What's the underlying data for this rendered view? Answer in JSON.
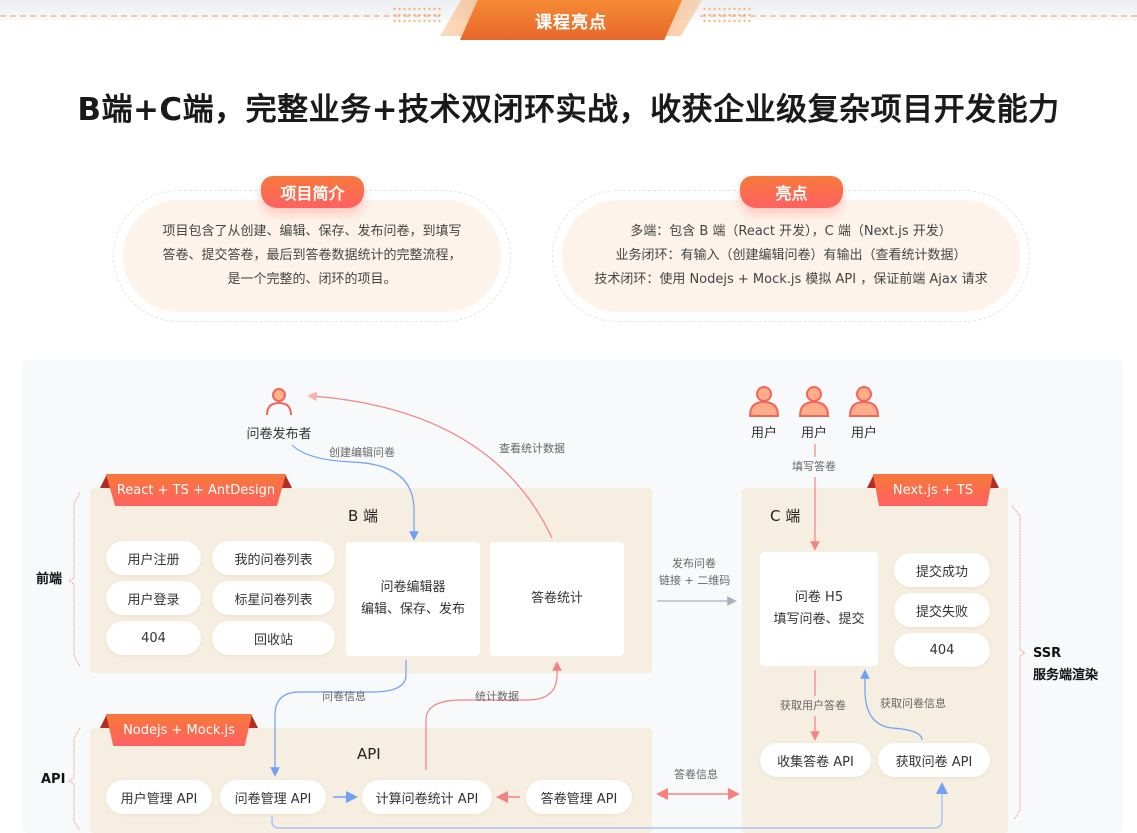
{
  "banner": {
    "title": "课程亮点"
  },
  "headline": "B端+C端，完整业务+技术双闭环实战，收获企业级复杂项目开发能力",
  "intro": {
    "tag": "项目简介",
    "lines": [
      "项目包含了从创建、编辑、保存、发布问卷，到填写",
      "答卷、提交答卷，最后到答卷数据统计的完整流程，",
      "是一个完整的、闭环的项目。"
    ]
  },
  "highlights": {
    "tag": "亮点",
    "lines": [
      "多端：包含 B 端（React 开发），C 端（Next.js 开发）",
      "业务闭环：有输入（创建编辑问卷）有输出（查看统计数据）",
      "技术闭环：使用 Nodejs + Mock.js 模拟 API ，保证前端 Ajax 请求"
    ]
  },
  "diagram": {
    "side_labels": {
      "frontend": "前端",
      "api": "API",
      "ssr_line1": "SSR",
      "ssr_line2": "服务端渲染"
    },
    "publisher": {
      "label": "问卷发布者"
    },
    "users": [
      {
        "label": "用户"
      },
      {
        "label": "用户"
      },
      {
        "label": "用户"
      }
    ],
    "edge_labels": {
      "create_edit": "创建编辑问卷",
      "view_stats": "查看统计数据",
      "fill_answer": "填写答卷",
      "publish_line1": "发布问卷",
      "publish_line2": "链接 + 二维码",
      "survey_info": "问卷信息",
      "stats_data": "统计数据",
      "answer_info": "答卷信息",
      "get_user_answer": "获取用户答卷",
      "get_survey_info": "获取问卷信息"
    },
    "b_end": {
      "ribbon": "React + TS + AntDesign",
      "title": "B 端",
      "chips": [
        "用户注册",
        "我的问卷列表",
        "用户登录",
        "标星问卷列表",
        "404",
        "回收站"
      ],
      "editor": {
        "line1": "问卷编辑器",
        "line2": "编辑、保存、发布"
      },
      "stats": {
        "label": "答卷统计"
      }
    },
    "c_end": {
      "ribbon": "Next.js + TS",
      "title": "C 端",
      "h5": {
        "line1": "问卷 H5",
        "line2": "填写问卷、提交"
      },
      "chips": [
        "提交成功",
        "提交失败",
        "404"
      ],
      "api_chips": [
        "收集答卷 API",
        "获取问卷 API"
      ]
    },
    "api": {
      "ribbon": "Nodejs + Mock.js",
      "title": "API",
      "chips": [
        "用户管理 API",
        "问卷管理 API",
        "计算问卷统计 API",
        "答卷管理 API"
      ]
    },
    "colors": {
      "accent": "#ff6a4d",
      "blue_arrow": "#6fa0f5",
      "red_arrow": "#f58282",
      "panel_bg": "#f6eee0",
      "diagram_bg": "#f7f9fb"
    }
  }
}
